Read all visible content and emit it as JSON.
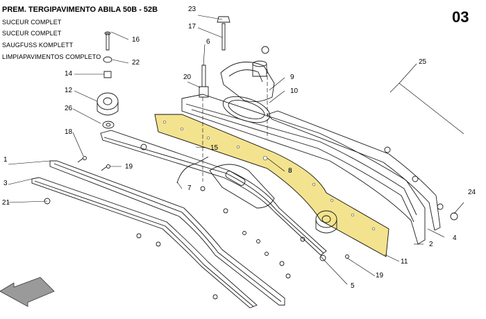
{
  "title": {
    "main": "PREM. TERGIPAVIMENTO ABILA 50B - 52B",
    "lines": [
      "SUCEUR COMPLET",
      "SUCEUR COMPLET",
      "SAUGFUSS KOMPLETT",
      "LIMPIAPAVIMENTOS COMPLETO"
    ]
  },
  "page_number": "03",
  "highlight_color": "#f3e38e",
  "callouts": [
    {
      "id": "23",
      "label": "23"
    },
    {
      "id": "17",
      "label": "17"
    },
    {
      "id": "16",
      "label": "16"
    },
    {
      "id": "6",
      "label": "6"
    },
    {
      "id": "22",
      "label": "22"
    },
    {
      "id": "14",
      "label": "14"
    },
    {
      "id": "12",
      "label": "12"
    },
    {
      "id": "20",
      "label": "20"
    },
    {
      "id": "9",
      "label": "9"
    },
    {
      "id": "10",
      "label": "10"
    },
    {
      "id": "25",
      "label": "25"
    },
    {
      "id": "26",
      "label": "26"
    },
    {
      "id": "18",
      "label": "18"
    },
    {
      "id": "15",
      "label": "15"
    },
    {
      "id": "1",
      "label": "1"
    },
    {
      "id": "19a",
      "label": "19"
    },
    {
      "id": "8",
      "label": "8"
    },
    {
      "id": "3",
      "label": "3"
    },
    {
      "id": "7",
      "label": "7"
    },
    {
      "id": "21",
      "label": "21"
    },
    {
      "id": "24",
      "label": "24"
    },
    {
      "id": "4",
      "label": "4"
    },
    {
      "id": "2",
      "label": "2"
    },
    {
      "id": "11",
      "label": "11"
    },
    {
      "id": "19b",
      "label": "19"
    },
    {
      "id": "5",
      "label": "5"
    }
  ]
}
